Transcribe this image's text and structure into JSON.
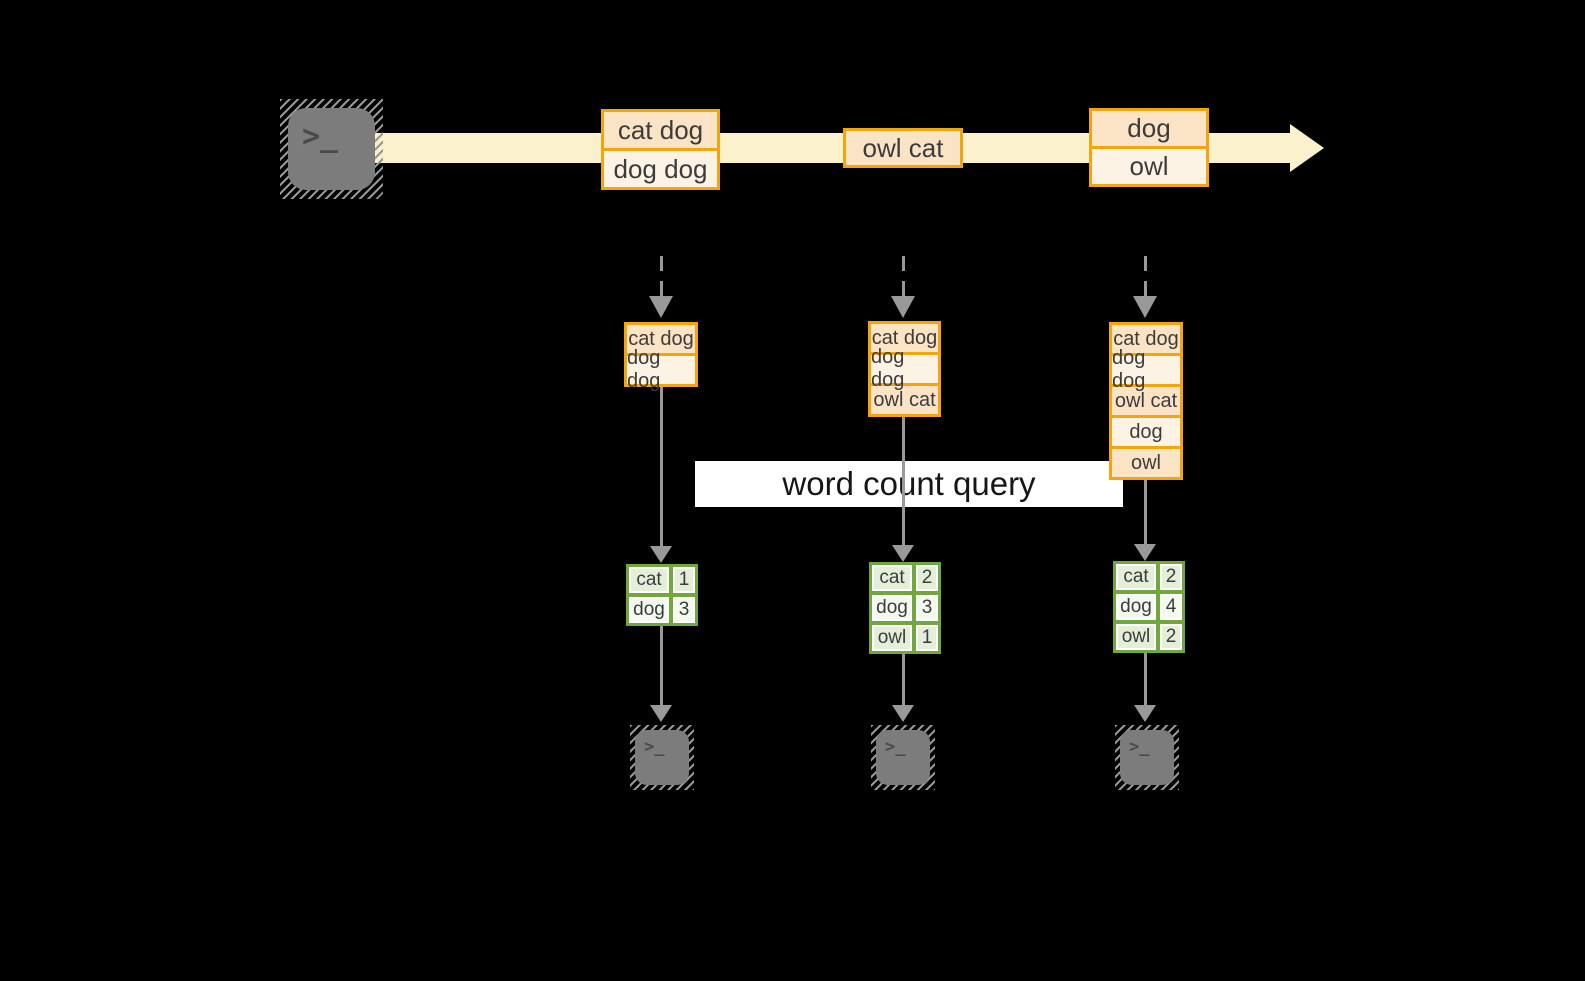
{
  "query_label": "word count query",
  "terminal": {
    "glyph": ">_"
  },
  "palette": {
    "background": "#000000",
    "stream_fill": "#FBF1CC",
    "event_border": "#F2A50C",
    "event_fill_dark": "#FBE3C5",
    "event_fill_light": "#FDF3E5",
    "table_border": "#71A83E",
    "table_fill": "#E3EFD8",
    "table_fill_alt": "#F3F9EE",
    "arrow_gray": "#999999",
    "terminal_fill": "#7C7C7C"
  },
  "stream": {
    "events": [
      {
        "lines": [
          "cat dog",
          "dog dog"
        ]
      },
      {
        "lines": [
          "owl cat"
        ]
      },
      {
        "lines": [
          "dog",
          "owl"
        ]
      }
    ]
  },
  "columns": [
    {
      "buffer": [
        "cat dog",
        "dog dog"
      ],
      "counts": [
        {
          "word": "cat",
          "count": "1"
        },
        {
          "word": "dog",
          "count": "3"
        }
      ]
    },
    {
      "buffer": [
        "cat dog",
        "dog dog",
        "owl cat"
      ],
      "counts": [
        {
          "word": "cat",
          "count": "2"
        },
        {
          "word": "dog",
          "count": "3"
        },
        {
          "word": "owl",
          "count": "1"
        }
      ]
    },
    {
      "buffer": [
        "cat dog",
        "dog dog",
        "owl cat",
        "dog",
        "owl"
      ],
      "counts": [
        {
          "word": "cat",
          "count": "2"
        },
        {
          "word": "dog",
          "count": "4"
        },
        {
          "word": "owl",
          "count": "2"
        }
      ]
    }
  ]
}
